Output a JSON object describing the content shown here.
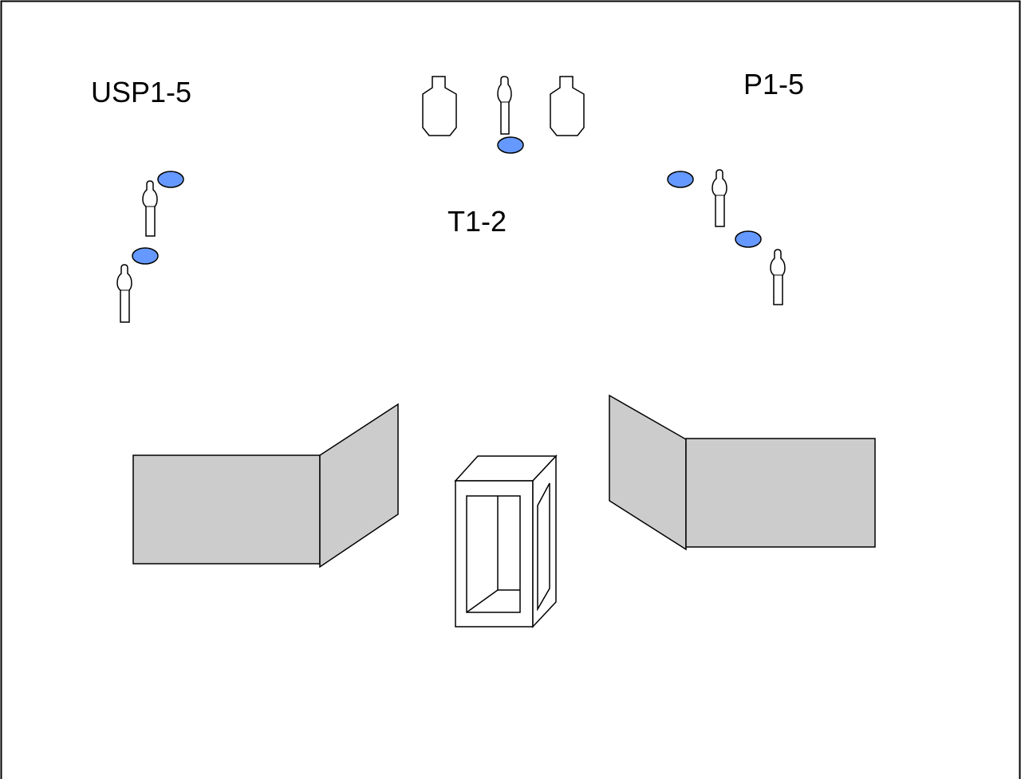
{
  "labels": {
    "usp": "USP1-5",
    "t_targets": "T1-2",
    "p": "P1-5"
  },
  "colors": {
    "background": "#ffffff",
    "border": "#000000",
    "wall_fill": "#cccccc",
    "popper_plate": "#6699ff",
    "outline": "#000000",
    "target_fill": "#ffffff"
  },
  "icons": {
    "silhouette_target": "silhouette-target-icon",
    "popper_target": "popper-target-icon",
    "steel_plate": "steel-plate-icon",
    "wall": "wall-icon",
    "window_box": "window-box-icon"
  }
}
